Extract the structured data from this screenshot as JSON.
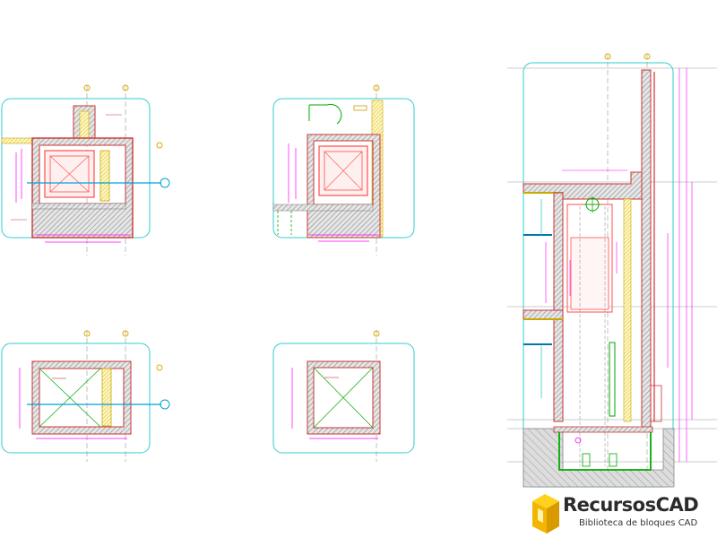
{
  "drawing": {
    "title": "",
    "views": [
      {
        "id": "plan-1",
        "description": "elevator shaft plan with car and counterweight, top-left"
      },
      {
        "id": "plan-2",
        "description": "elevator shaft plan with car and door swing, top-middle"
      },
      {
        "id": "plan-3",
        "description": "elevator shaft plan, bottom-left"
      },
      {
        "id": "plan-4",
        "description": "elevator shaft plan, bottom-middle"
      },
      {
        "id": "section-1",
        "description": "elevator shaft vertical section with pit"
      }
    ]
  },
  "colors": {
    "frame": "#33cccc",
    "wall_outline": "#cc3333",
    "hatch": "#bbbbbb",
    "car": "#ff6666",
    "dimension": "#ff00ff",
    "axis": "#999999",
    "door": "#00aa00",
    "grid_bubble": "#ddaa00",
    "accent": "#f2b600"
  },
  "watermark": {
    "brand": "RecursosCAD",
    "tagline": "Biblioteca de bloques CAD"
  }
}
